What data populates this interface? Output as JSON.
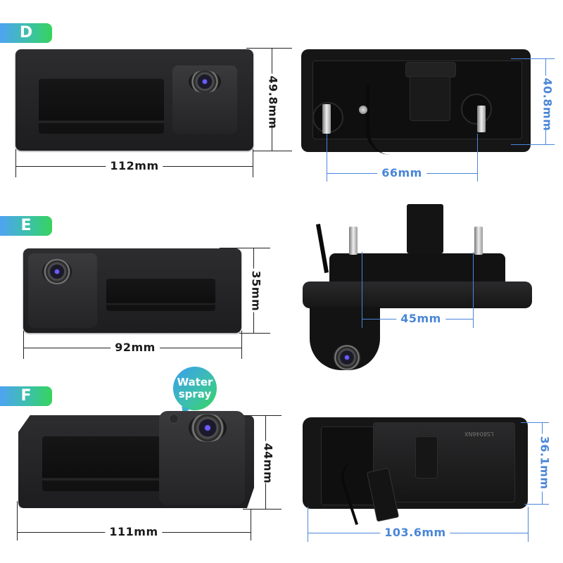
{
  "sections": [
    {
      "label": "D",
      "front": {
        "width": "112mm",
        "height": "49.8mm"
      },
      "back": {
        "stud_spacing": "66mm",
        "height": "40.8mm"
      }
    },
    {
      "label": "E",
      "front": {
        "width": "92mm",
        "height": "35mm"
      },
      "back": {
        "stud_spacing": "45mm"
      }
    },
    {
      "label": "F",
      "front": {
        "width": "111mm",
        "height": "44mm",
        "callout": {
          "line1": "Water",
          "line2": "spray"
        }
      },
      "back": {
        "width": "103.6mm",
        "height": "36.1mm",
        "part_text": "LS8046NX"
      }
    }
  ],
  "colors": {
    "badge_gradient_start": "#4fa3f2",
    "badge_gradient_end": "#36d35d",
    "dimension_dark": "#1a1a1a",
    "dimension_blue": "#4a86d8"
  }
}
